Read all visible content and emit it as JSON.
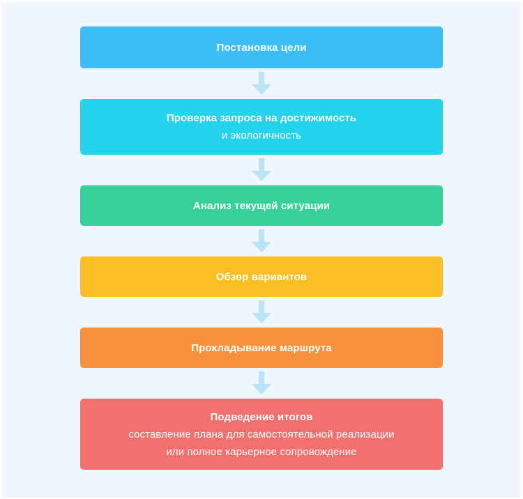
{
  "page": {
    "background_color": "#eff6fd",
    "frame_color": "#fbfdff",
    "arrow_color": "#b9e3f8",
    "arrow_icon_name": "arrow-down-icon"
  },
  "flow": {
    "nodes": [
      {
        "id": "goal-setting",
        "title": "Постановка цели",
        "lines": [],
        "color": "#3cbdf5",
        "height": 60
      },
      {
        "id": "request-check",
        "title": "Проверка запроса на достижимость",
        "lines": [
          "и экологичность"
        ],
        "color": "#26d3ec",
        "height": 80
      },
      {
        "id": "current-situation-analysis",
        "title": "Анализ текущей ситуации",
        "lines": [],
        "color": "#35d199",
        "height": 58
      },
      {
        "id": "options-review",
        "title": "Обзор вариантов",
        "lines": [],
        "color": "#fbbf24",
        "height": 58
      },
      {
        "id": "route-planning",
        "title": "Прокладывание маршрута",
        "lines": [],
        "color": "#f7913c",
        "height": 58
      },
      {
        "id": "summing-up",
        "title": "Подведение итогов",
        "lines": [
          "составление плана для самостоятельной реализации",
          "или полное карьерное сопровождение"
        ],
        "color": "#f4706f",
        "height": 102
      }
    ]
  }
}
